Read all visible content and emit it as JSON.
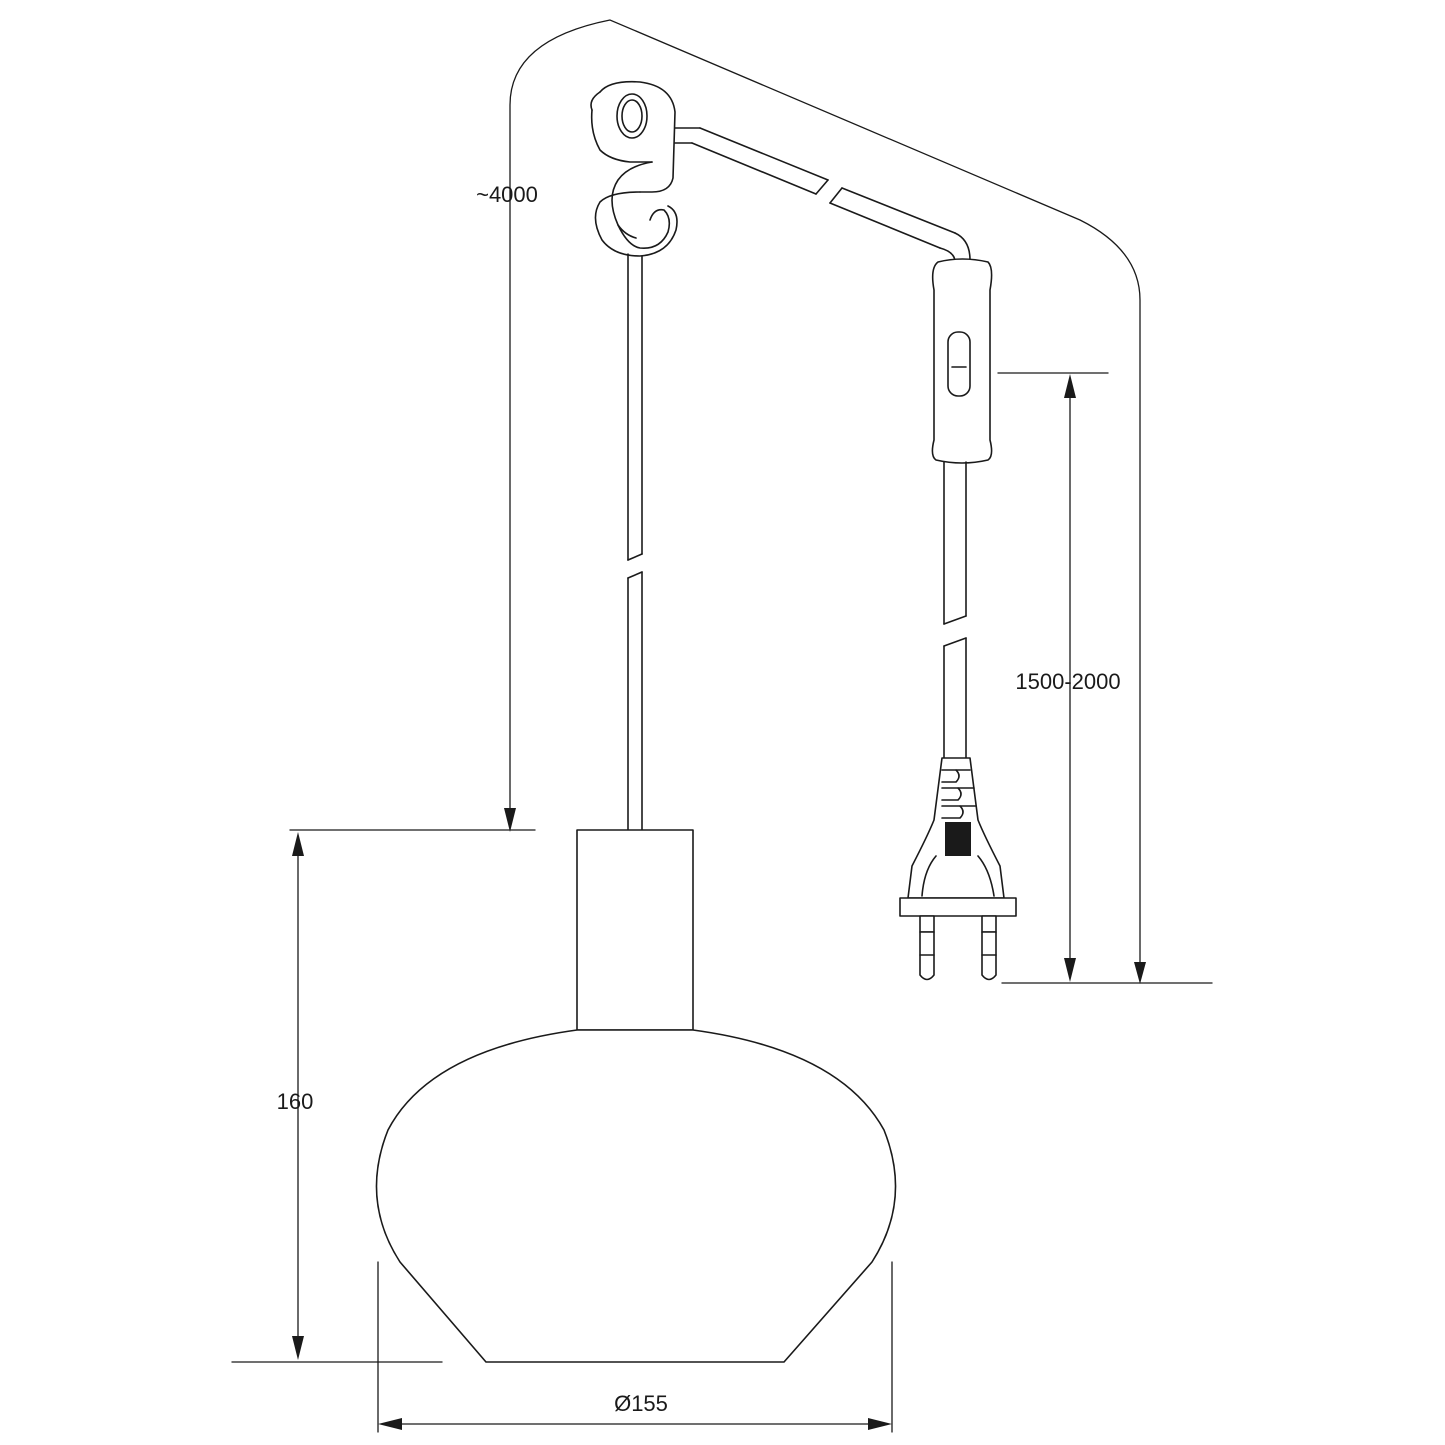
{
  "dimensions": {
    "total_cable_length": "~4000",
    "plug_cable_length": "1500-2000",
    "shade_height": "160",
    "shade_diameter": "Ø155"
  }
}
